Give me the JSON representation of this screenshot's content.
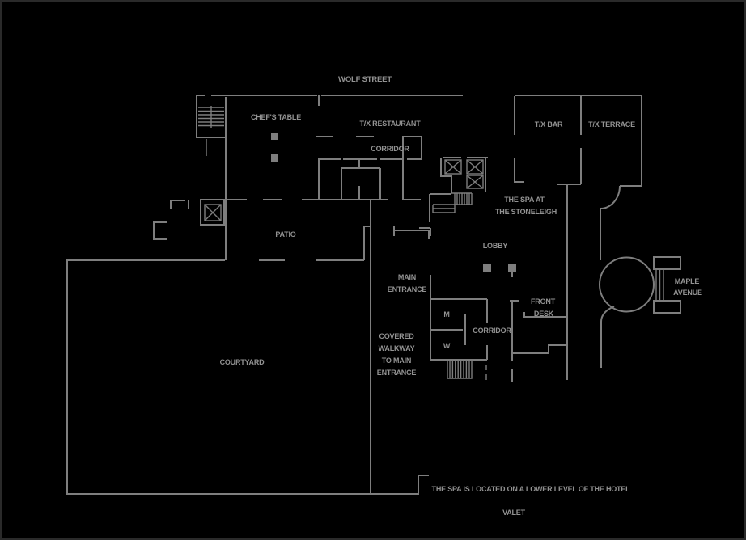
{
  "plan": {
    "type": "hotel-floor-plan",
    "colors": {
      "background": "#000000",
      "wall": "#7e7e7e",
      "label": "#929292",
      "frame_border": "#2a2a2a"
    },
    "streets": {
      "north": "WOLF STREET",
      "east_line1": "MAPLE",
      "east_line2": "AVENUE",
      "south": "VALET"
    },
    "note": "THE SPA IS LOCATED ON A LOWER LEVEL OF THE HOTEL",
    "labels": [
      {
        "id": "wolf-street",
        "text": "WOLF STREET"
      },
      {
        "id": "chefs-table",
        "text": "CHEF'S TABLE"
      },
      {
        "id": "tx-restaurant",
        "text": "T/X RESTAURANT"
      },
      {
        "id": "corridor-upper",
        "text": "CORRIDOR"
      },
      {
        "id": "tx-bar",
        "text": "T/X BAR"
      },
      {
        "id": "tx-terrace",
        "text": "T/X TERRACE"
      },
      {
        "id": "spa-line1",
        "text": "THE SPA AT"
      },
      {
        "id": "spa-line2",
        "text": "THE STONELEIGH"
      },
      {
        "id": "patio",
        "text": "PATIO"
      },
      {
        "id": "lobby",
        "text": "LOBBY"
      },
      {
        "id": "main-entrance-1",
        "text": "MAIN"
      },
      {
        "id": "main-entrance-2",
        "text": "ENTRANCE"
      },
      {
        "id": "front-desk-1",
        "text": "FRONT"
      },
      {
        "id": "front-desk-2",
        "text": "DESK"
      },
      {
        "id": "corridor-lower",
        "text": "CORRIDOR"
      },
      {
        "id": "maple-1",
        "text": "MAPLE"
      },
      {
        "id": "maple-2",
        "text": "AVENUE"
      },
      {
        "id": "restroom-men",
        "text": "M"
      },
      {
        "id": "restroom-women",
        "text": "W"
      },
      {
        "id": "walkway-1",
        "text": "COVERED"
      },
      {
        "id": "walkway-2",
        "text": "WALKWAY"
      },
      {
        "id": "walkway-3",
        "text": "TO MAIN"
      },
      {
        "id": "walkway-4",
        "text": "ENTRANCE"
      },
      {
        "id": "courtyard",
        "text": "COURTYARD"
      },
      {
        "id": "spa-note",
        "text": "THE SPA IS LOCATED ON A LOWER LEVEL OF THE HOTEL"
      },
      {
        "id": "valet",
        "text": "VALET"
      }
    ],
    "icons": [
      {
        "name": "elevator-icon",
        "meaning": "elevator shaft (box with X)"
      },
      {
        "name": "staircase-icon",
        "meaning": "stairs (hatched lines)"
      },
      {
        "name": "column-icon",
        "meaning": "structural column (filled square)"
      },
      {
        "name": "circular-drive-icon",
        "meaning": "porte-cochere turnaround circle"
      }
    ]
  }
}
